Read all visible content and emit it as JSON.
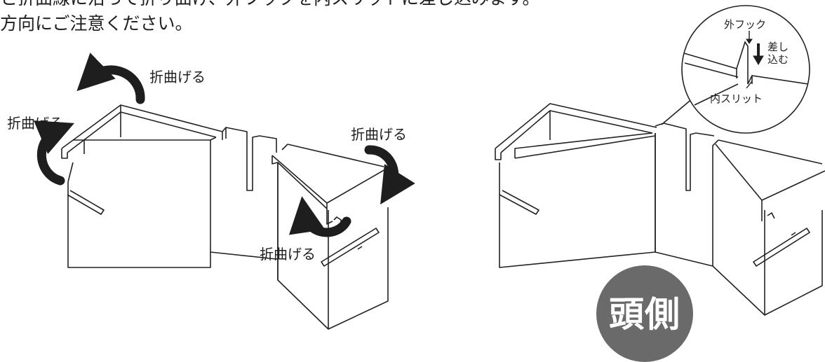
{
  "intro": {
    "line1": "と折曲線に沿って折り曲げ、外フックを内スリットに差し込みます。",
    "line2": "方向にご注意ください。"
  },
  "left_figure": {
    "fold_labels": [
      "折曲げる",
      "折曲げる",
      "折曲げる",
      "折曲げる"
    ]
  },
  "inset": {
    "outer_hook": "外フック",
    "insert_line1": "差し",
    "insert_line2": "込む",
    "inner_slit": "内スリット"
  },
  "badge": {
    "label": "頭側",
    "color": "#6a6a6a"
  },
  "colors": {
    "line": "#222222",
    "arrow": "#1e1e1e"
  }
}
